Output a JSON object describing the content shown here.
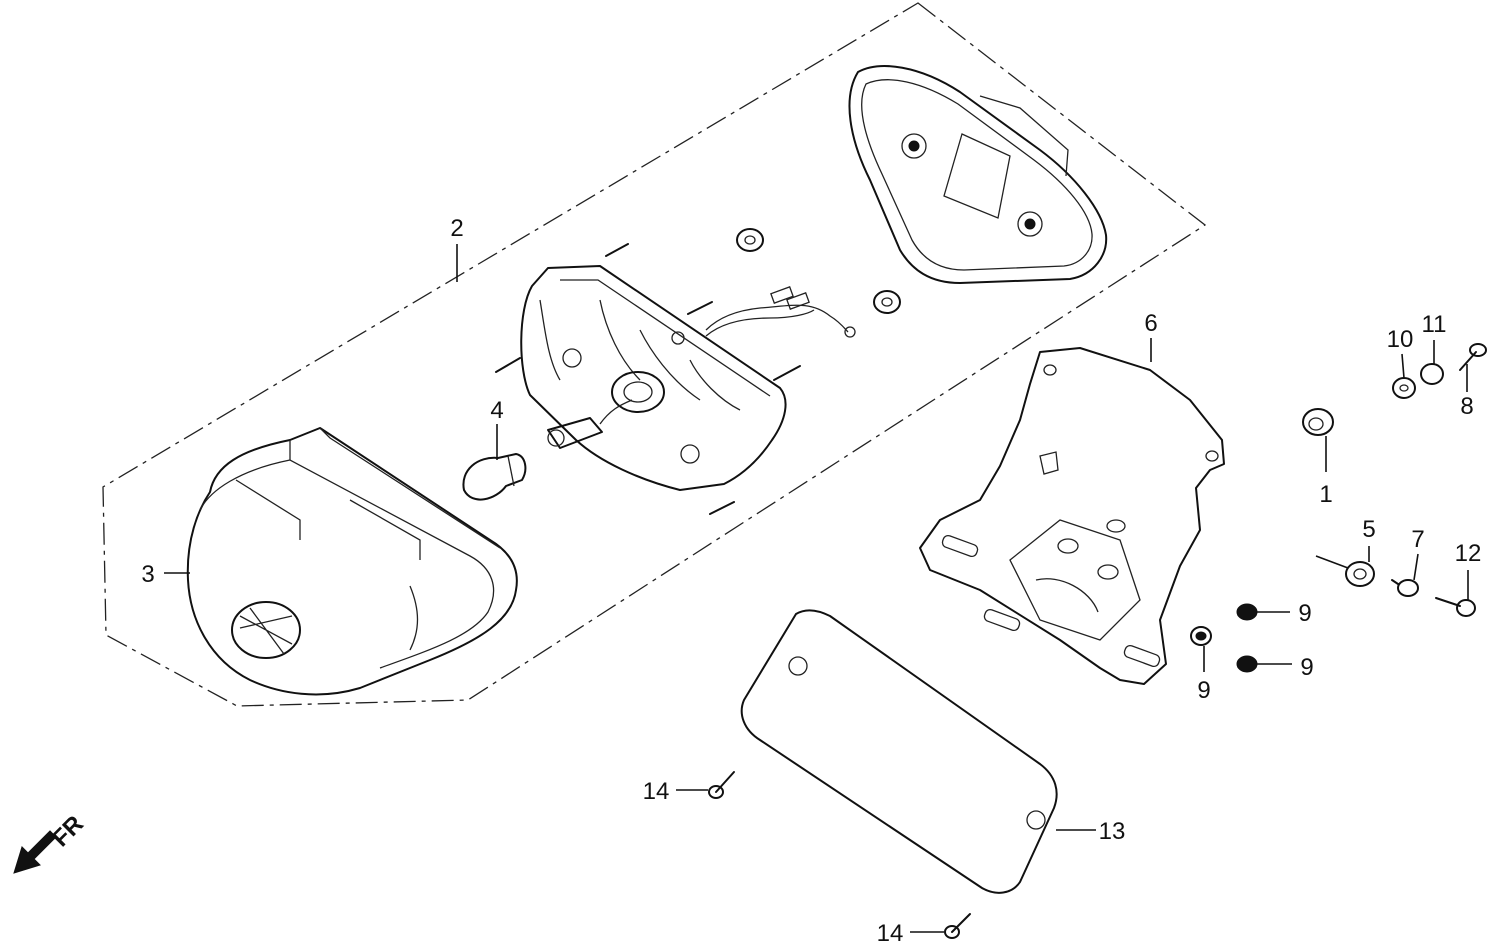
{
  "diagram": {
    "direction_label": "FR",
    "callouts": [
      {
        "id": "c2",
        "text": "2"
      },
      {
        "id": "c3",
        "text": "3"
      },
      {
        "id": "c4",
        "text": "4"
      },
      {
        "id": "c6",
        "text": "6"
      },
      {
        "id": "c10",
        "text": "10"
      },
      {
        "id": "c11",
        "text": "11"
      },
      {
        "id": "c8",
        "text": "8"
      },
      {
        "id": "c1",
        "text": "1"
      },
      {
        "id": "c5",
        "text": "5"
      },
      {
        "id": "c7",
        "text": "7"
      },
      {
        "id": "c12",
        "text": "12"
      },
      {
        "id": "c9a",
        "text": "9"
      },
      {
        "id": "c9b",
        "text": "9"
      },
      {
        "id": "c9c",
        "text": "9"
      },
      {
        "id": "c13",
        "text": "13"
      },
      {
        "id": "c14a",
        "text": "14"
      },
      {
        "id": "c14b",
        "text": "14"
      }
    ]
  }
}
